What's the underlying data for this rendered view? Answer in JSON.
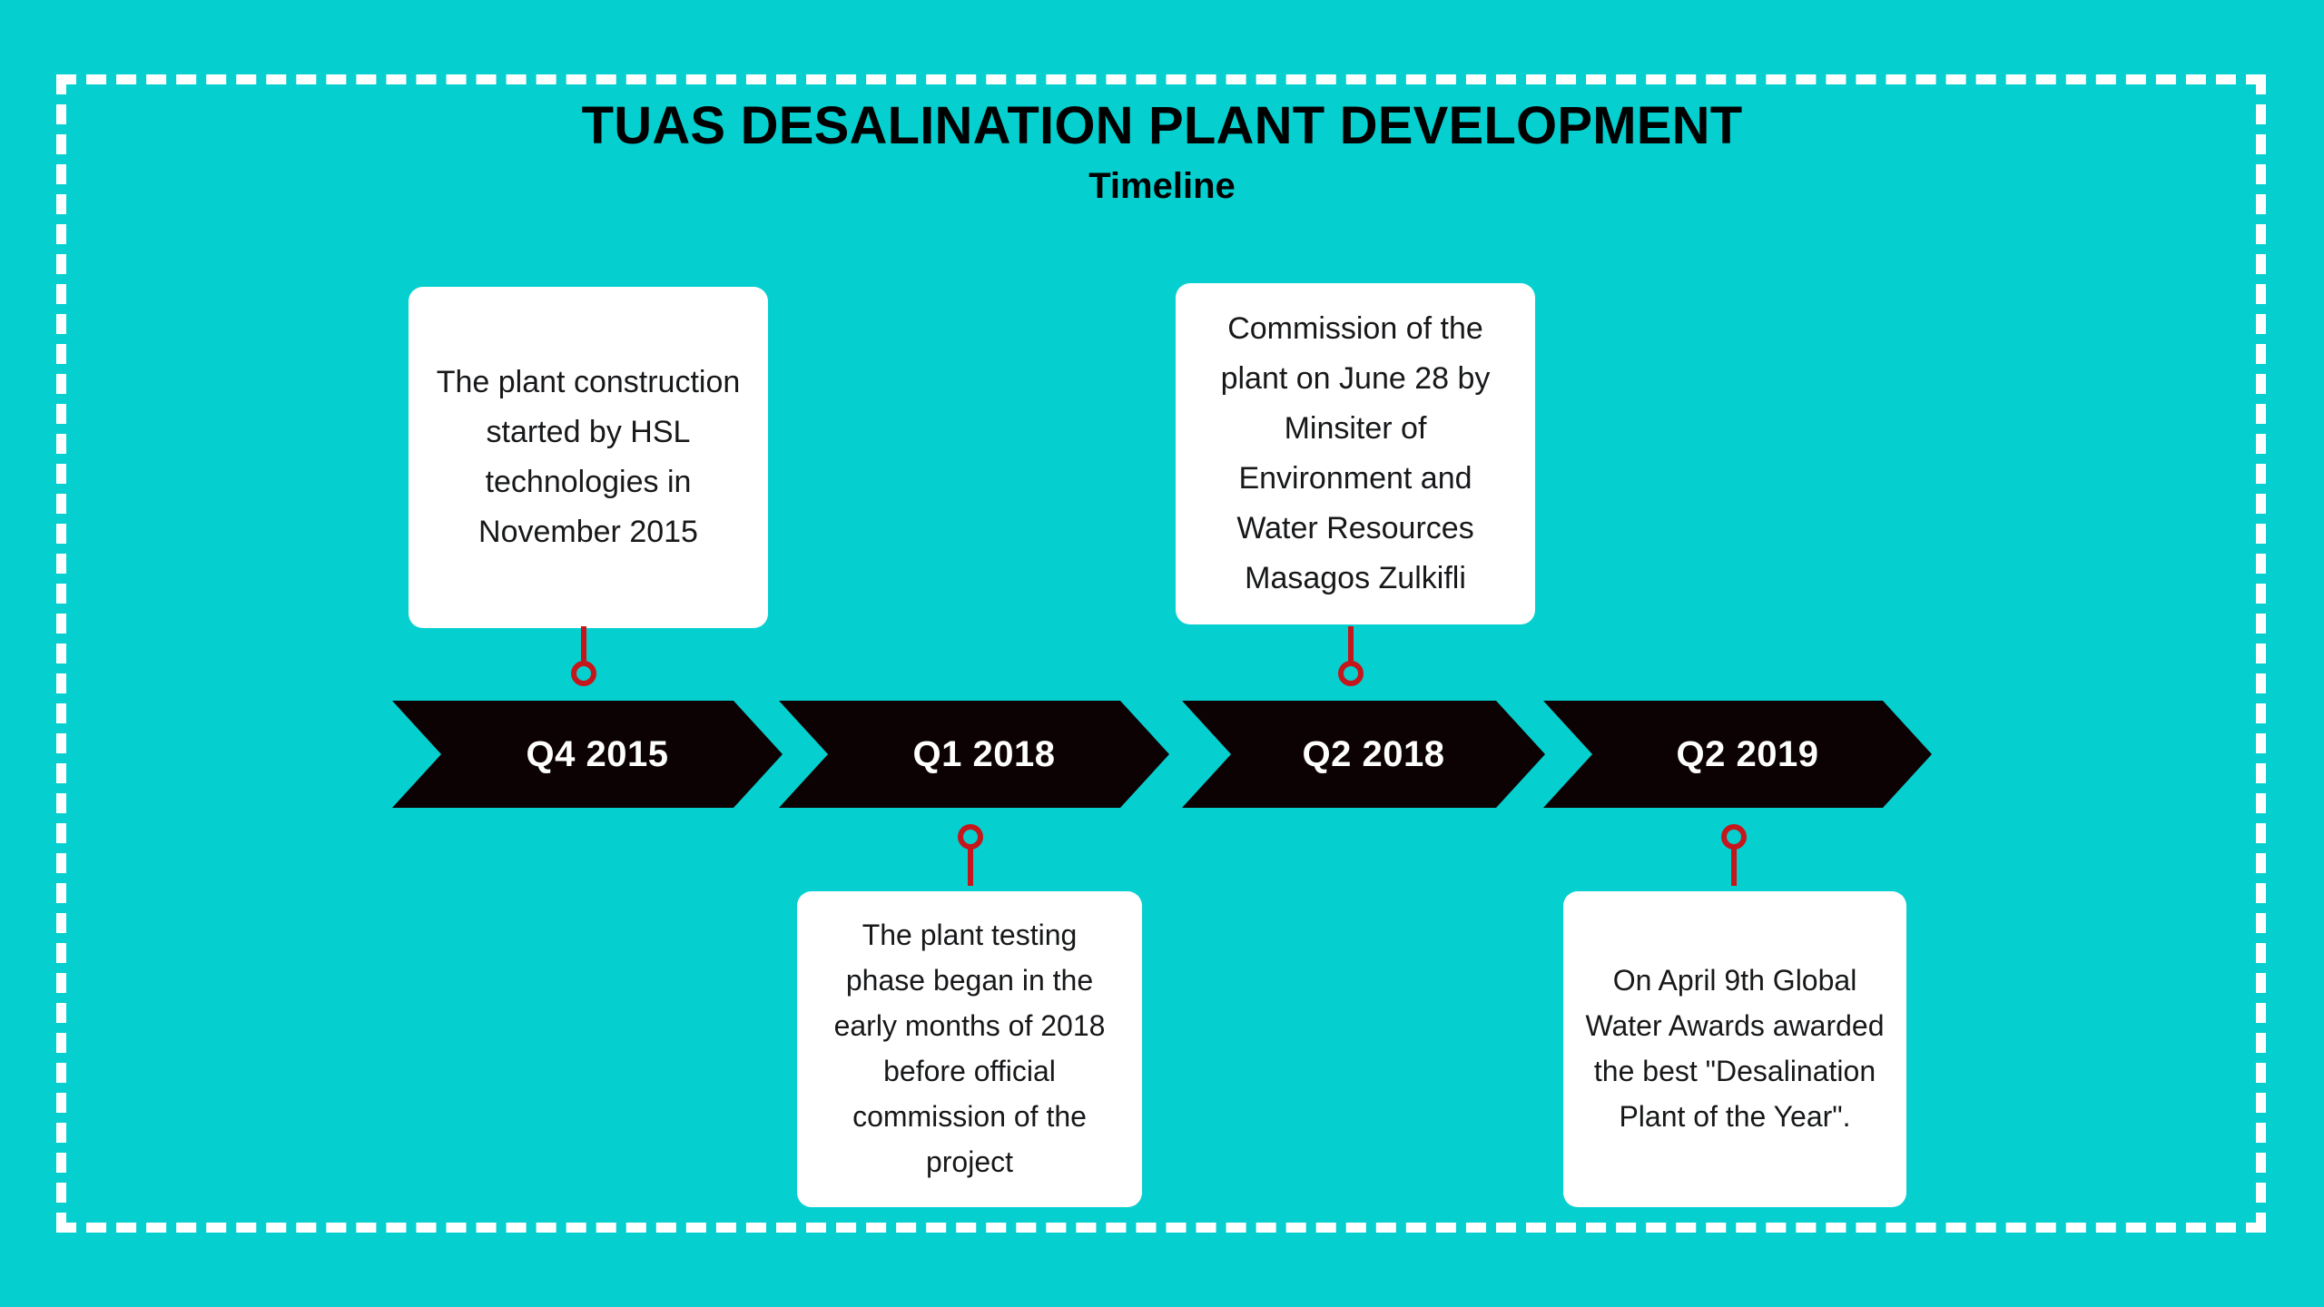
{
  "colors": {
    "background": "#06d0cf",
    "frame_border": "#ffffff",
    "chevron": "#0d0203",
    "chevron_label": "#ffffff",
    "connector": "#c5161c",
    "card_background": "#ffffff",
    "card_text": "#17181a",
    "title_text": "#000000"
  },
  "header": {
    "title": "TUAS DESALINATION PLANT DEVELOPMENT",
    "subtitle": "Timeline"
  },
  "timeline": {
    "milestones": [
      {
        "quarter": "Q4 2015",
        "position": "above",
        "description": "The plant construction started by HSL technologies in November 2015"
      },
      {
        "quarter": "Q1 2018",
        "position": "below",
        "description": "The plant testing phase began in the early months of 2018 before official commission of the project"
      },
      {
        "quarter": "Q2 2018",
        "position": "above",
        "description": "Commission of the plant on June 28 by Minsiter of Environment and Water Resources Masagos Zulkifli"
      },
      {
        "quarter": "Q2 2019",
        "position": "below",
        "description": "On April 9th Global Water Awards awarded the best \"Desalination Plant of the Year\"."
      }
    ]
  }
}
